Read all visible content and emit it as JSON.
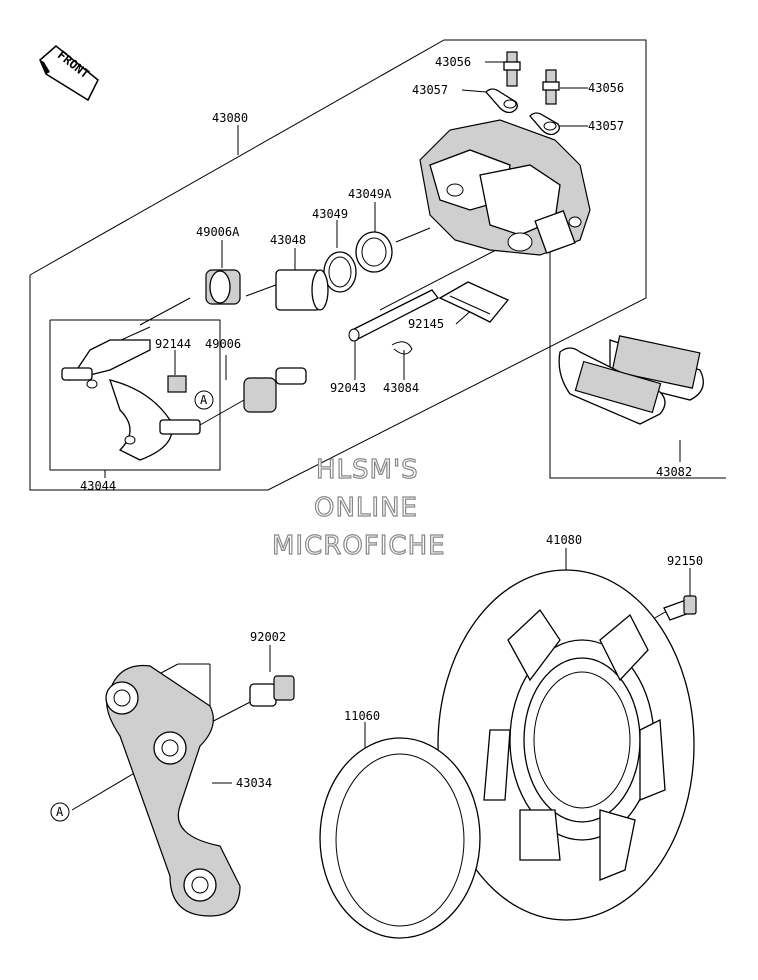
{
  "front_badge": "FRONT",
  "marker_a": "A",
  "watermark": [
    "HLSM'S",
    "ONLINE",
    "MICROFICHE"
  ],
  "parts": {
    "p43056a": "43056",
    "p43056b": "43056",
    "p43057a": "43057",
    "p43057b": "43057",
    "p43080": "43080",
    "p43049a": "43049A",
    "p43049": "43049",
    "p43048": "43048",
    "p49006a": "49006A",
    "p92144": "92144",
    "p49006": "49006",
    "p92145": "92145",
    "p92043": "92043",
    "p43084": "43084",
    "p43044": "43044",
    "p43082": "43082",
    "p41080": "41080",
    "p92150": "92150",
    "p92002": "92002",
    "p11060": "11060",
    "p43034": "43034"
  }
}
